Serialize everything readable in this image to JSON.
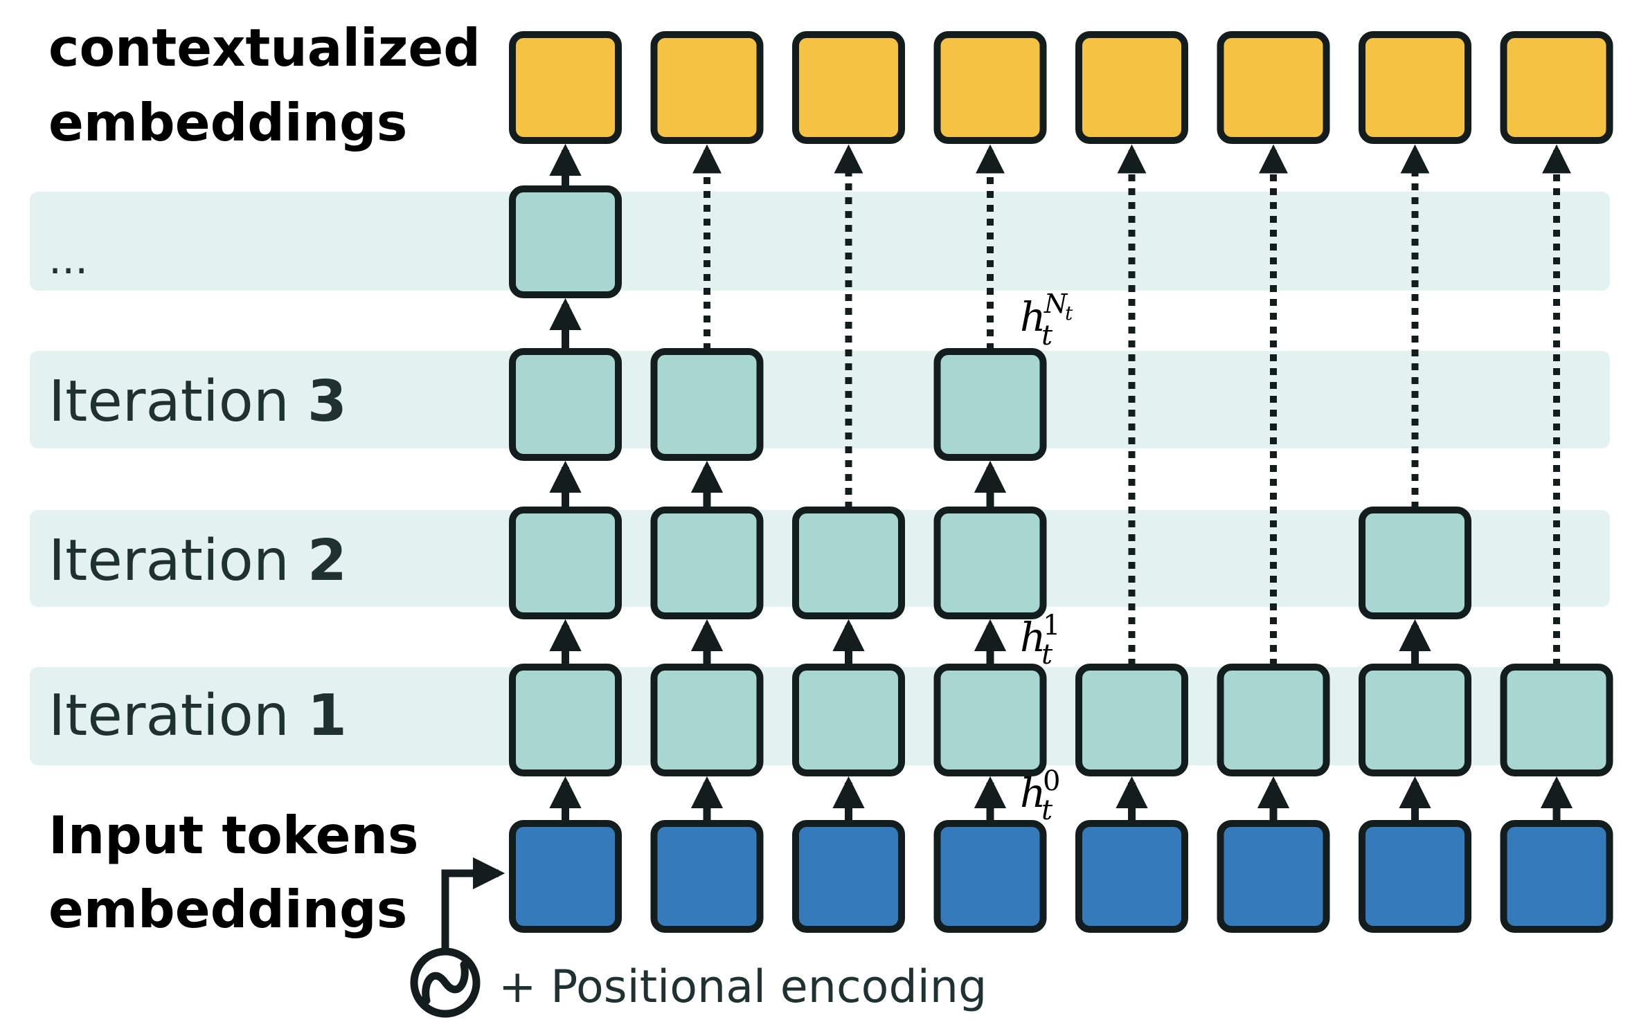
{
  "labels": {
    "output_line1": "contextualized",
    "output_line2": "embeddings",
    "ellipsis": "...",
    "iteration_word": "Iteration",
    "iterations": [
      "3",
      "2",
      "1"
    ],
    "input_line1": "Input tokens",
    "input_line2": "embeddings",
    "positional": "+ Positional encoding"
  },
  "annotations": {
    "h_symbol": "h",
    "subscript": "t",
    "h0_sup": "0",
    "h1_sup": "1",
    "hN_sup": "N",
    "hN_sup_sub": "t"
  },
  "diagram": {
    "token_count": 8,
    "active_per_iteration": {
      "1": [
        0,
        1,
        2,
        3,
        4,
        5,
        6,
        7
      ],
      "2": [
        0,
        1,
        2,
        3,
        6
      ],
      "3": [
        0,
        1,
        3
      ],
      "ellipsis": [
        0
      ]
    }
  },
  "colors": {
    "output": "#f5c244",
    "hidden": "#a8d6d1",
    "input": "#357bbb",
    "row_band": "#e3f1f0",
    "stroke": "#131d1d",
    "iteration_text": "#1f3231"
  }
}
